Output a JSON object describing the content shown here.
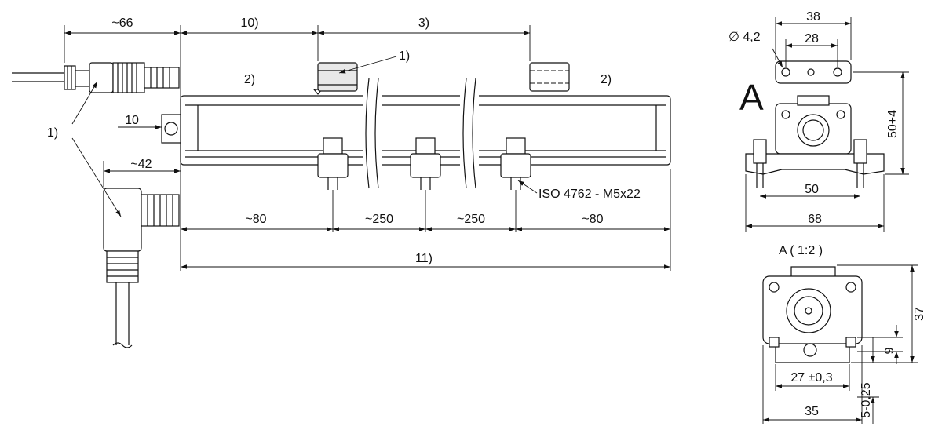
{
  "dims": {
    "cable_connector_length": "~66",
    "left_offset": "10)",
    "stroke_label": "3)",
    "marker_label": "1)",
    "left_zone": "2)",
    "right_zone": "2)",
    "connector_offset": "10",
    "angled_connector_length": "~42",
    "connector_ref": "1)",
    "screw_spec": "ISO 4762 - M5x22",
    "seg_80_left": "~80",
    "seg_250_a": "~250",
    "seg_250_b": "~250",
    "seg_80_right": "~80",
    "total_length": "11)"
  },
  "view_a": {
    "letter": "A",
    "clamp_outer": "38",
    "clamp_inner": "28",
    "hole_dia": "∅ 4,2",
    "height": "50+4",
    "foot_inner": "50",
    "foot_outer": "68"
  },
  "detail": {
    "title": "A  ( 1:2 )",
    "height": "37",
    "slot": "9",
    "width_tol": "27 ±0,3",
    "width": "35",
    "offset": "5-0,25"
  }
}
